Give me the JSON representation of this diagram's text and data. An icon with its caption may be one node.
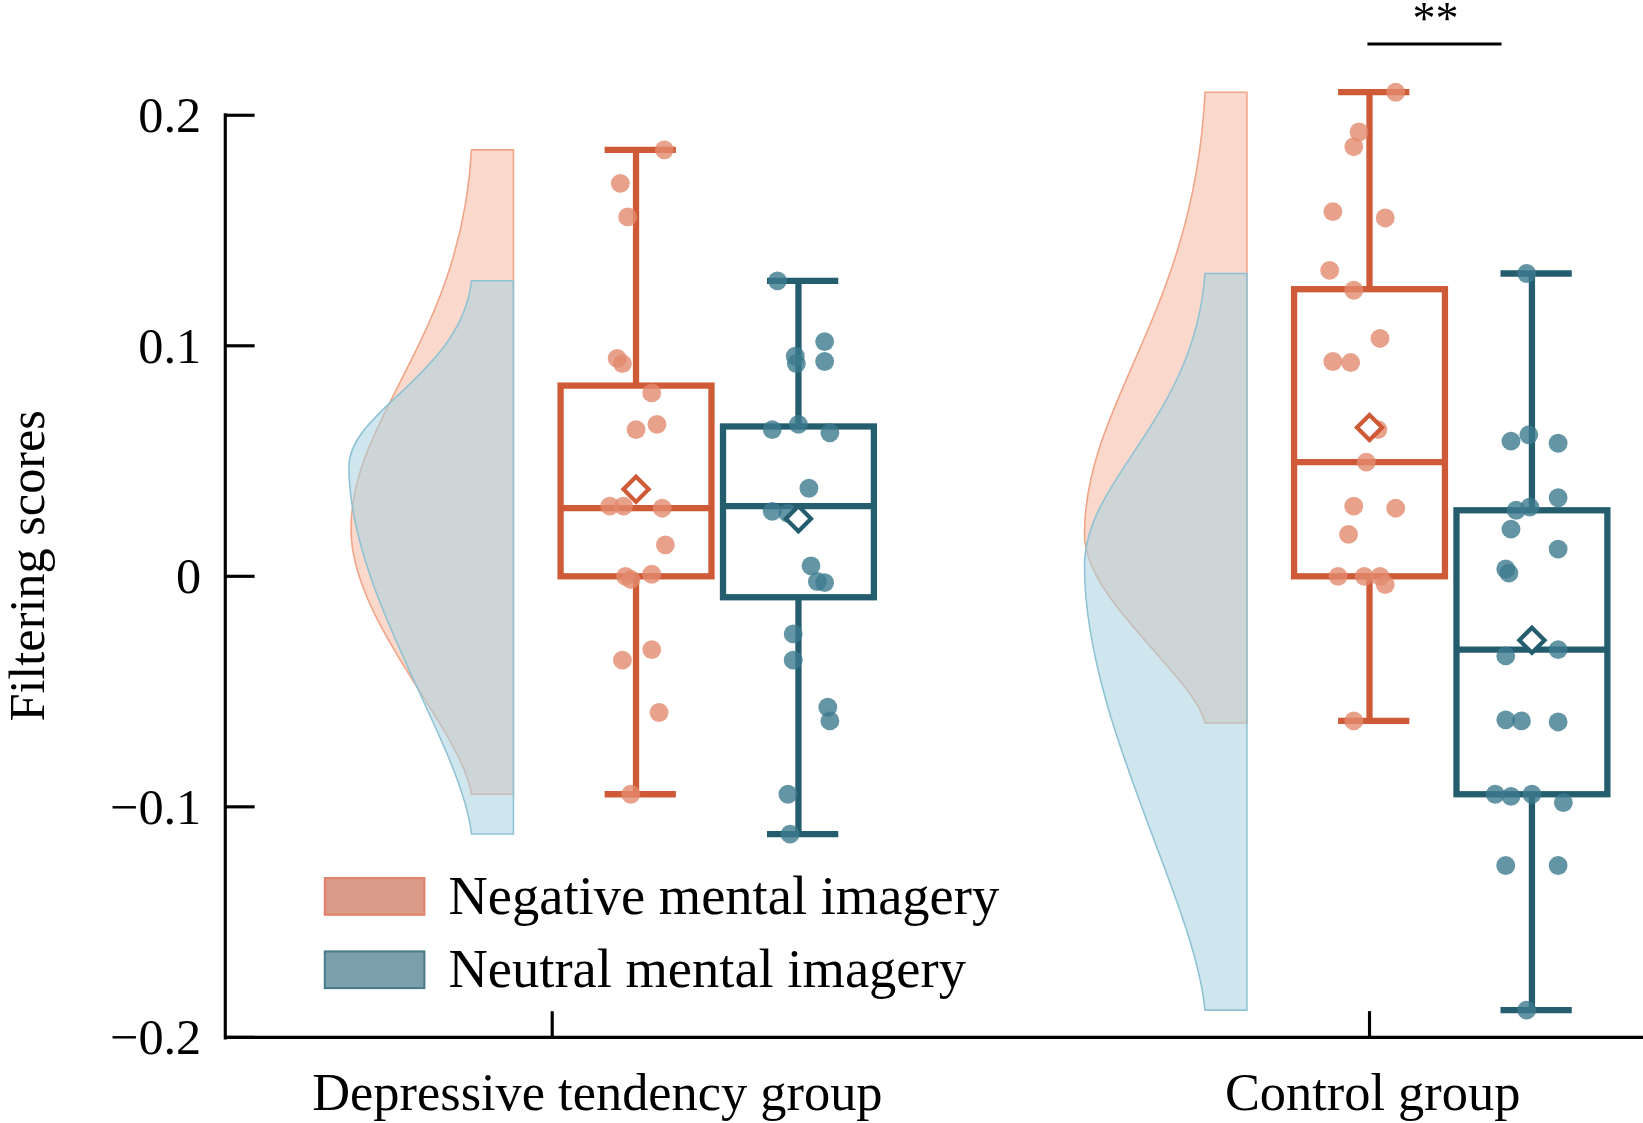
{
  "diagram": {
    "labels": [
      "**",
      "0.2",
      "0.1",
      "0",
      "−0.1",
      "−0.2",
      "Filtering scores",
      "Depressive tendency group",
      "Control group"
    ],
    "legend": [
      {
        "text": "Negative mental imagery",
        "color": "#dc9b88"
      },
      {
        "text": "Neutral mental imagery",
        "color": "#7ba0ac"
      }
    ]
  }
}
